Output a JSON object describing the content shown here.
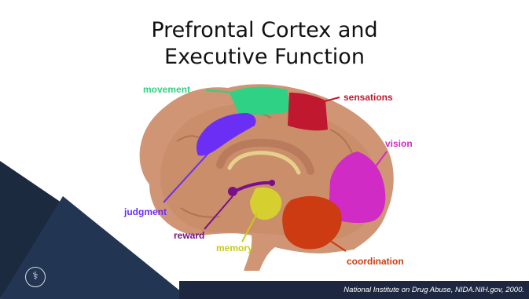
{
  "slide": {
    "title_line1": "Prefrontal Cortex and",
    "title_line2": "Executive Function",
    "credit": "National Institute on Drug Abuse, NIDA.NIH.gov, 2000.",
    "logo_icon": "caduceus-seal-icon"
  },
  "labels": {
    "movement": "movement",
    "sensations": "sensations",
    "vision": "vision",
    "judgment": "judgment",
    "reward": "reward",
    "memory": "memory",
    "coordination": "coordination"
  },
  "colors": {
    "movement": "#2fd184",
    "sensations": "#c0182e",
    "vision": "#d12bc6",
    "judgment": "#6a2ef5",
    "reward": "#7a0f8c",
    "memory": "#c9c919",
    "coordination": "#cc3b12",
    "brain": "#cf9574",
    "dark_navy": "#1c2a3f",
    "navy": "#223552"
  }
}
